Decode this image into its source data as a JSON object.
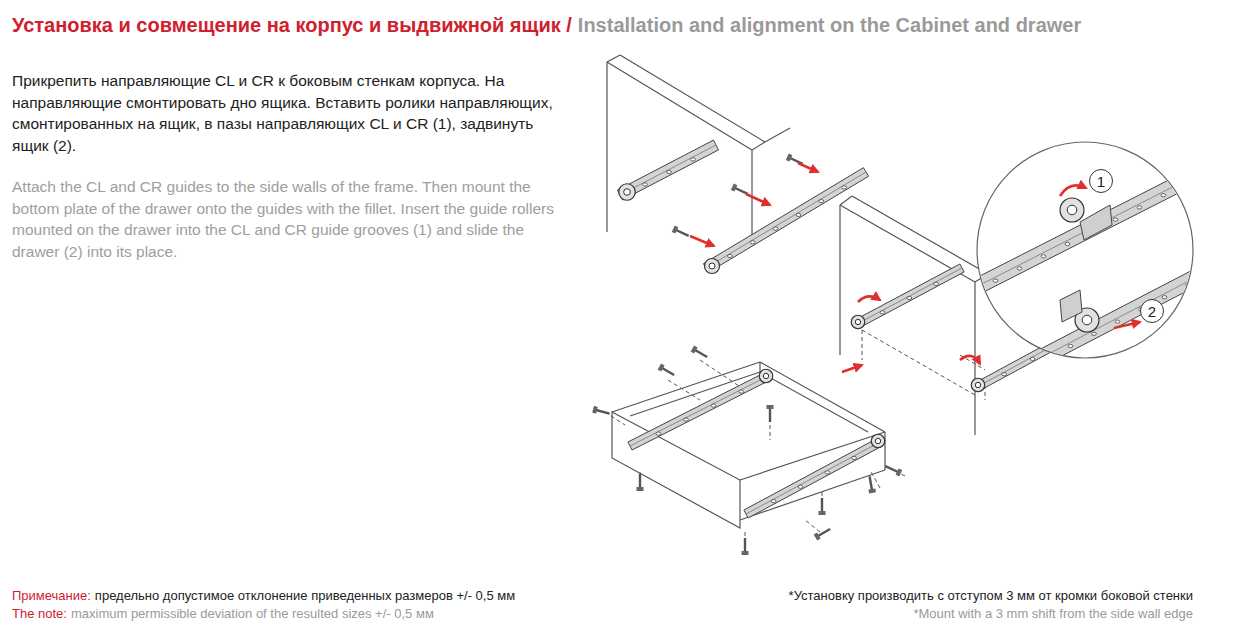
{
  "diagram": {
    "title": "Установка и совмещение на корпус и выдвижной ящик /",
    "nodes": [
      {
        "text": [
          "1"
        ]
      },
      {
        "text": [
          "2"
        ]
      }
    ],
    "labels": [
      "Installation and alignment on the Cabinet and drawer",
      "Прикрепить направляющие CL и CR к боковым стенкам корпуса. На направляющие смонтировать дно ящика. Вставить ролики направляющих, смонтированных на ящик, в пазы направляющих CL и CR (1), задвинуть ящик (2).",
      "Attach the CL and CR guides to the side walls of the frame. Then mount the bottom plate of the drawer onto the guides with the fillet. Insert the guide rollers mounted on the drawer into the CL and CR guide grooves (1) and slide the drawer (2) into its place.",
      "Примечание:",
      "предельно допустимое отклонение приведенных размеров +/- 0,5 мм",
      "The note:",
      "maximum permissible deviation of the resulted sizes +/- 0,5 мм",
      "*Установку производить с отступом 3 мм от кромки боковой стенки",
      "*Mount with a 3 mm shift from the side wall edge"
    ]
  }
}
